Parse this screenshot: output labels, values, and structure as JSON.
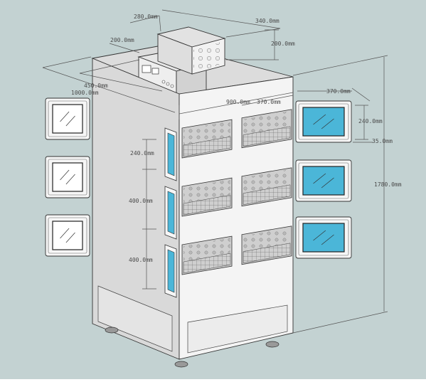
{
  "colors": {
    "background": "#c3d2d2",
    "body_front": "#f4f4f4",
    "body_side": "#d6d6d6",
    "top": "#dcdcdc",
    "window_glass": "#4bb6d8",
    "window_frame": "#f6f6f6"
  },
  "dimensions": {
    "top_box_depth": "280.0mm",
    "top_box_width": "340.0mm",
    "top_box_height": "200.0mm",
    "control_depth": "200.0mm",
    "depth_450": "450.0mm",
    "depth_1000": "1000.0mm",
    "body_width": "900.0mm",
    "shelf_width": "370.0mm",
    "door_width": "370.0mm",
    "door_height": "240.0mm",
    "door_thickness": "35.0mm",
    "total_height": "1780.0mm",
    "compartment_top": "240.0mm",
    "compartment_mid": "400.0mm",
    "compartment_bottom": "400.0mm"
  }
}
